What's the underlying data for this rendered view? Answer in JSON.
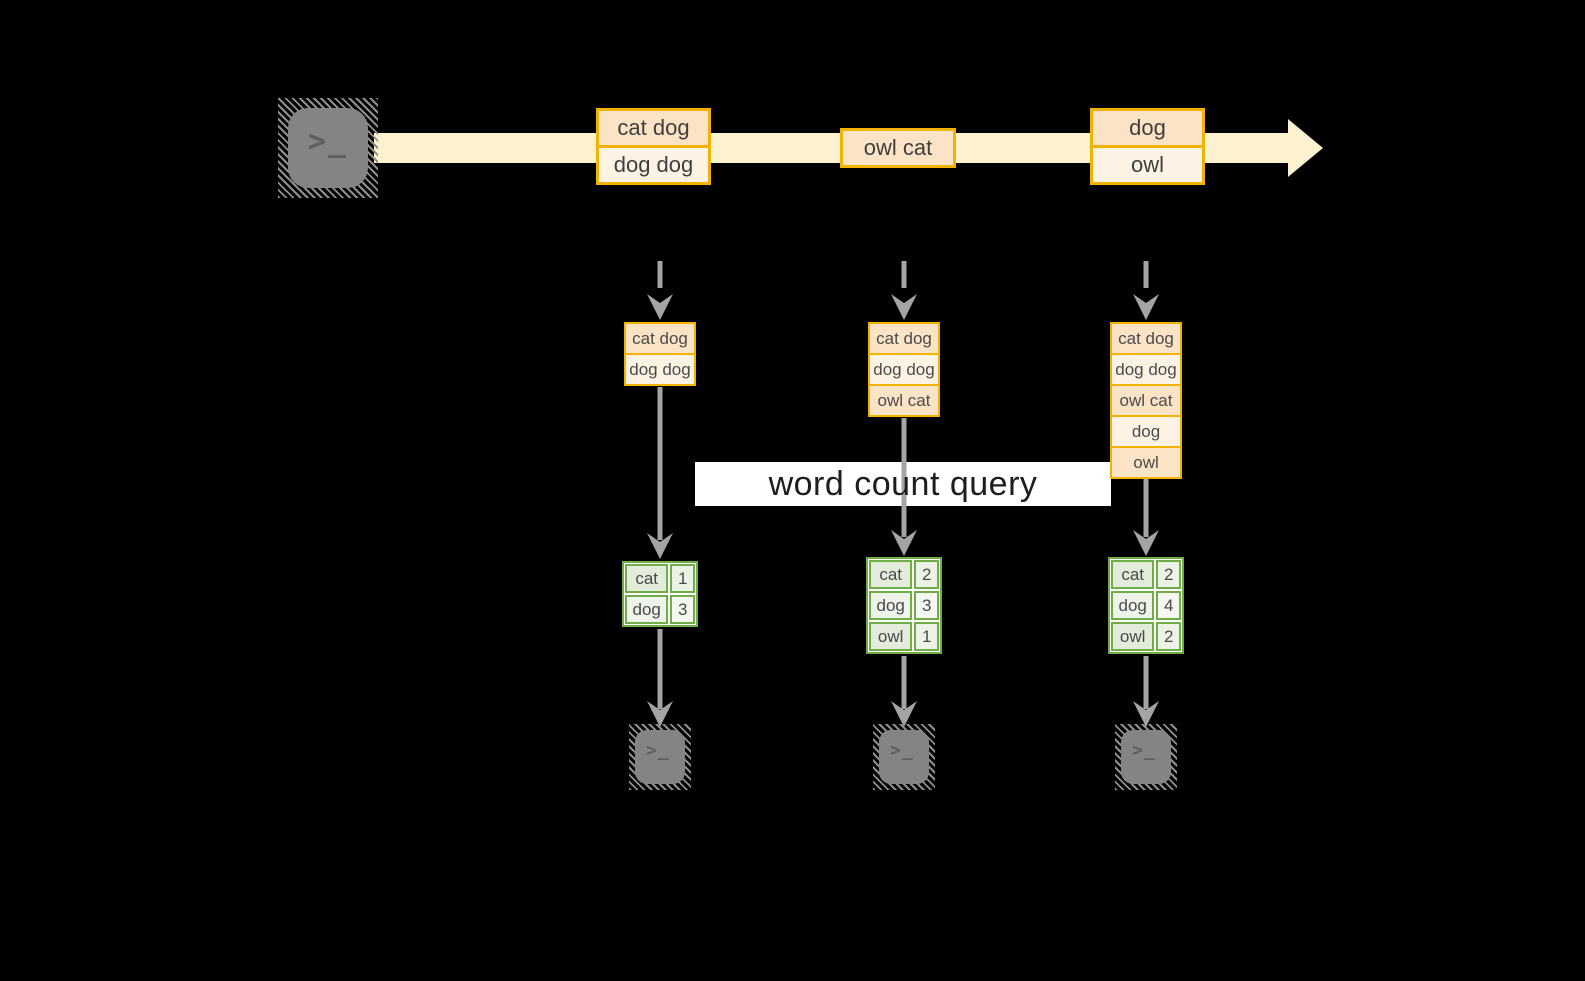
{
  "query": {
    "label": "word count query"
  },
  "icons": {
    "source": "terminal-icon",
    "sink": "terminal-icon",
    "prompt_glyph": ">_"
  },
  "colors": {
    "background": "#000000",
    "stream_band": "#fcf2d0",
    "gold_border": "#f2b200",
    "peach_fill": "#fbe3c6",
    "cream_fill": "#fdf3e4",
    "green_border": "#6fad47",
    "green_row_dark": "#e3ebda",
    "green_row_light": "#eef4ea",
    "arrow_gray": "#a4a4a4",
    "terminal_gray": "#848484",
    "label_bg": "#ffffff",
    "label_text": "#1d1d1d"
  },
  "stream": {
    "batches": [
      {
        "rows": [
          "cat dog",
          "dog dog"
        ]
      },
      {
        "rows": [
          "owl cat"
        ]
      },
      {
        "rows": [
          "dog",
          "owl"
        ]
      }
    ]
  },
  "snapshots": [
    {
      "buffer": [
        "cat dog",
        "dog dog"
      ],
      "counts": [
        {
          "word": "cat",
          "value": "1"
        },
        {
          "word": "dog",
          "value": "3"
        }
      ]
    },
    {
      "buffer": [
        "cat dog",
        "dog dog",
        "owl cat"
      ],
      "counts": [
        {
          "word": "cat",
          "value": "2"
        },
        {
          "word": "dog",
          "value": "3"
        },
        {
          "word": "owl",
          "value": "1"
        }
      ]
    },
    {
      "buffer": [
        "cat dog",
        "dog dog",
        "owl cat",
        "dog",
        "owl"
      ],
      "counts": [
        {
          "word": "cat",
          "value": "2"
        },
        {
          "word": "dog",
          "value": "4"
        },
        {
          "word": "owl",
          "value": "2"
        }
      ]
    }
  ]
}
